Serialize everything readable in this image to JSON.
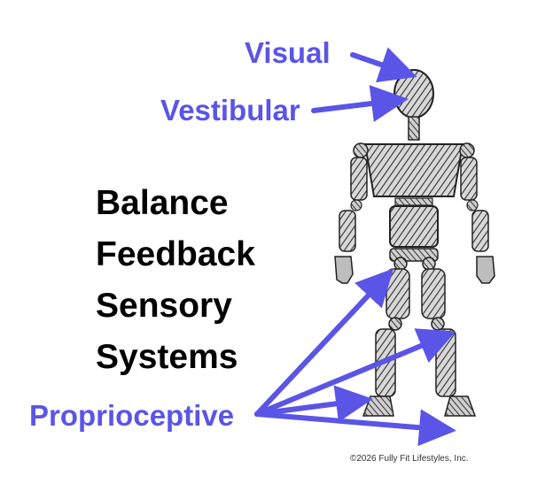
{
  "labels": {
    "visual": "Visual",
    "vestibular": "Vestibular",
    "proprioceptive": "Proprioceptive"
  },
  "title_lines": [
    "Balance",
    "Feedback",
    "Sensory",
    "Systems"
  ],
  "copyright": "©2026 Fully Fit Lifestyles, Inc.",
  "colors": {
    "accent": "#5a55e6",
    "text": "#000000",
    "wire": "#3a3a3a"
  }
}
